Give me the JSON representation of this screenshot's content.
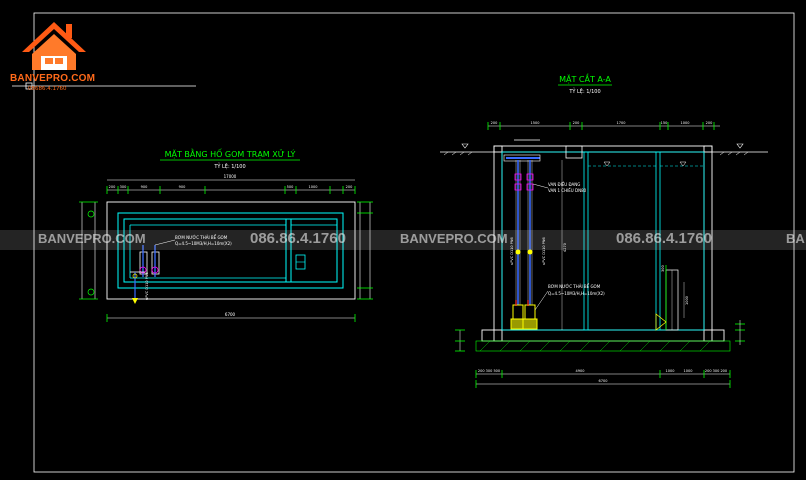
{
  "brand": {
    "name": "BANVEPRO.COM",
    "phone": "08686.4.1760"
  },
  "watermark": {
    "site": "BANVEPRO.COM",
    "phone": "086.86.4.1760",
    "site_partial": "BA"
  },
  "plan_view": {
    "title": "MẶT BẰNG HỐ GOM TRẠM XỬ LÝ",
    "scale": "TỶ LỆ: 1/100",
    "dims_top_total": "17000",
    "dims_top": [
      "200",
      "300",
      "900",
      "900",
      "500",
      "1000",
      "200"
    ],
    "dim_bottom": "6700",
    "pump_note_1": "BƠM NƯỚC THẢI BỂ GOM",
    "pump_note_2": "Q=4.5~10M3/H,H=10m(X2)",
    "pipe_label": "uPVC D110 PN6"
  },
  "section_view": {
    "title": "MẶT CẮT A-A",
    "scale": "TỶ LỆ: 1/100",
    "dims_top": [
      "200",
      "1500",
      "200",
      "1700",
      "150",
      "1000",
      "200"
    ],
    "dims_bottom_left": "200 300 500",
    "dim_bottom_mid": "4900",
    "dim_bottom_right_a": "1000",
    "dim_bottom_right_b": "1000",
    "dims_bottom_right": "200 300 200",
    "dim_bottom_total": "6700",
    "dim_height": "4270",
    "valve_note_1": "VAN ĐIỀU ĐANG",
    "valve_note_2": "VAN 1 CHIỀU DN80",
    "pipe_label_1": "uPVC D110 PN6",
    "pipe_label_2": "uPVC D110 PN6",
    "pump_note_1": "BƠM NƯỚC THẢI BỂ GOM",
    "pump_note_2": "Q=4.5~10M3/H,H=10m(X2)",
    "dim_side_1": "300",
    "dim_side_2": "1000"
  },
  "colors": {
    "background": "#000000",
    "outline": "#ffffff",
    "cyan": "#00ffff",
    "green": "#00ff00",
    "yellow": "#ffff00",
    "magenta": "#ff00ff",
    "blue": "#3a6bff",
    "red": "#ff3030",
    "brand": "#ff6a1a"
  }
}
